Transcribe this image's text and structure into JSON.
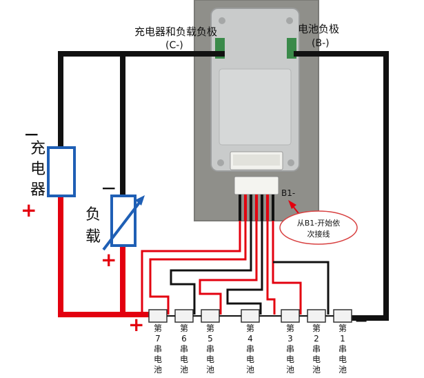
{
  "labels": {
    "charger_load_neg": "充电器和负载负极",
    "charger_load_neg_code": "(C-)",
    "battery_neg": "电池负极",
    "battery_neg_code": "(B-)",
    "b1": "B1-",
    "note_line1": "从B1-开始依",
    "note_line2": "次接线",
    "charger_chars": [
      "充",
      "电",
      "器"
    ],
    "load_chars": [
      "负",
      "载"
    ],
    "minus": "−",
    "plus": "+"
  },
  "cells": [
    {
      "chars": [
        "第",
        "7",
        "串",
        "电",
        "池"
      ]
    },
    {
      "chars": [
        "第",
        "6",
        "串",
        "电",
        "池"
      ]
    },
    {
      "chars": [
        "第",
        "5",
        "串",
        "电",
        "池"
      ]
    },
    {
      "chars": [
        "第",
        "4",
        "串",
        "电",
        "池"
      ]
    },
    {
      "chars": [
        "第",
        "3",
        "串",
        "电",
        "池"
      ]
    },
    {
      "chars": [
        "第",
        "2",
        "串",
        "电",
        "池"
      ]
    },
    {
      "chars": [
        "第",
        "1",
        "串",
        "电",
        "池"
      ]
    }
  ],
  "colors": {
    "red_wire": "#e3000f",
    "black_wire": "#111111",
    "component_blue": "#1f5fb5",
    "sign_red": "#e3000f",
    "board_bg": "#8f8f8a",
    "module": "#c9cbcb",
    "note_ellipse": "#d84040"
  }
}
